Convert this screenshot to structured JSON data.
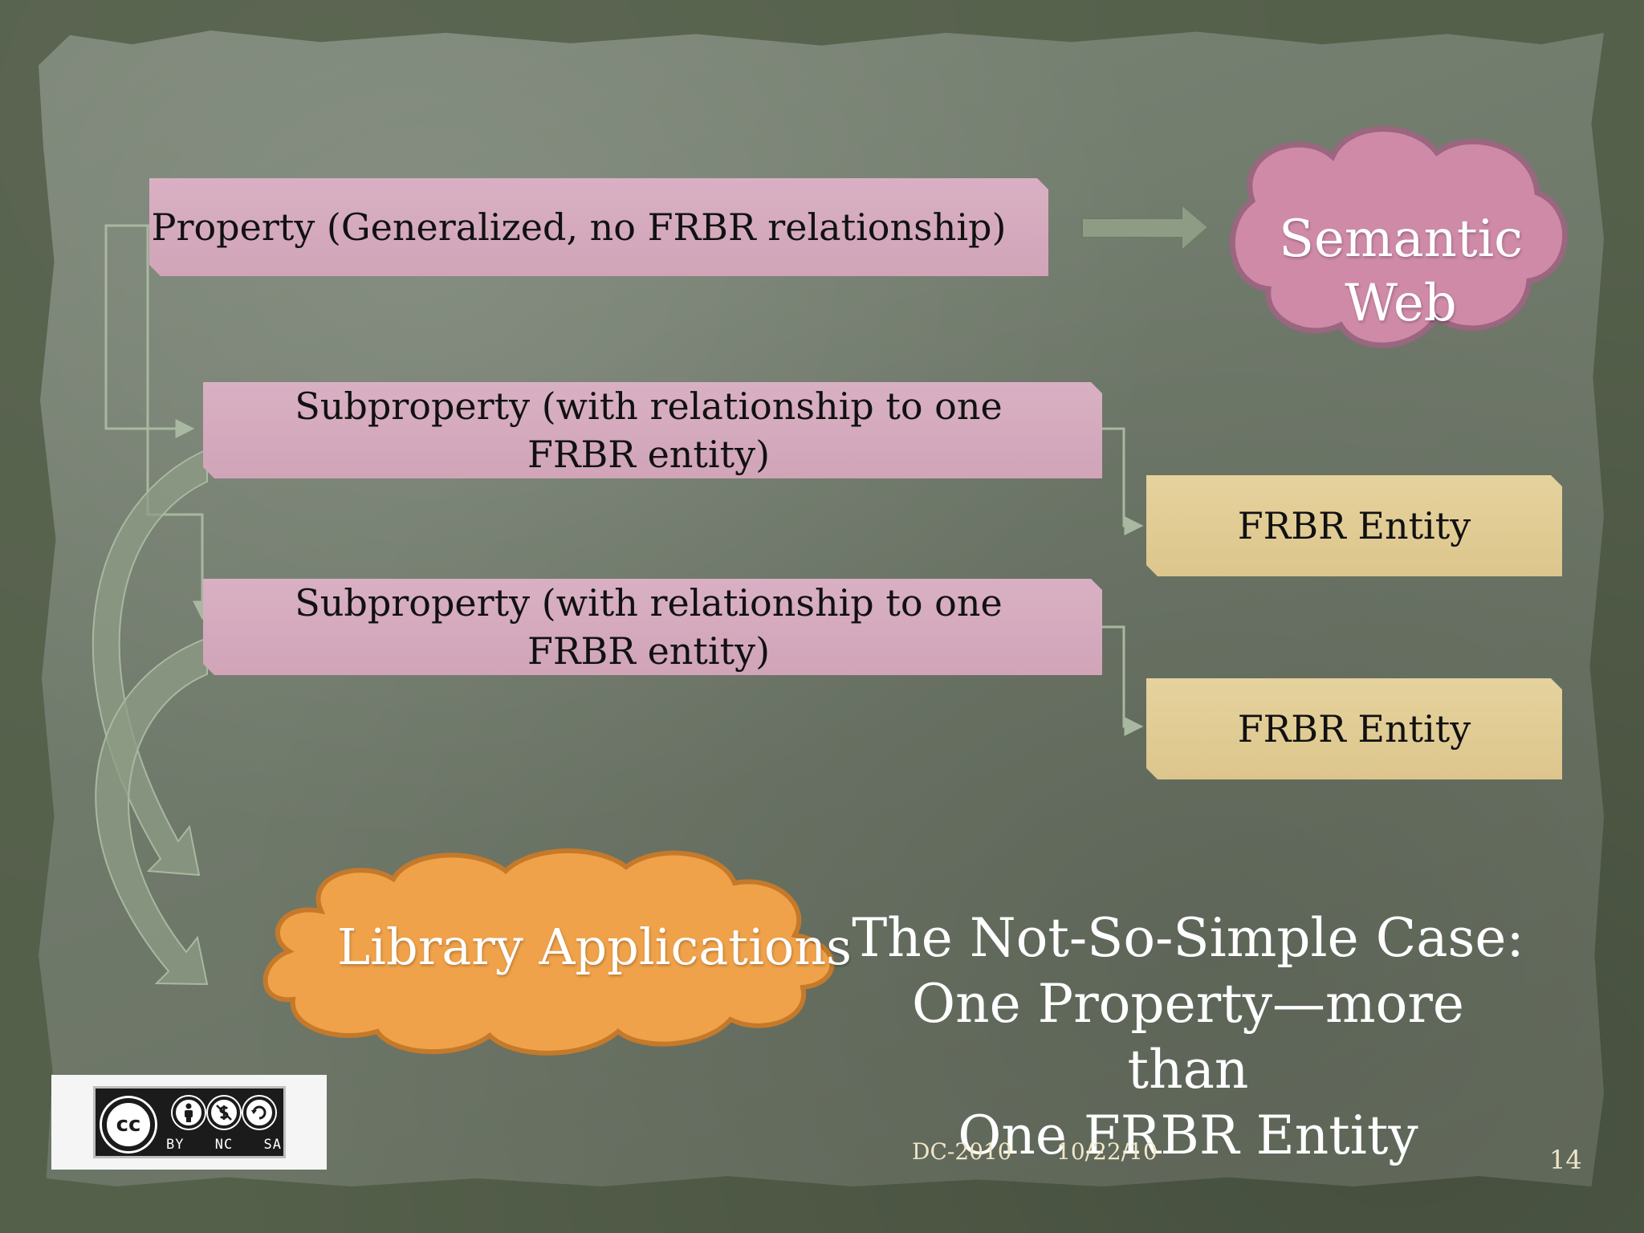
{
  "diagram": {
    "property_label": "Property (Generalized, no FRBR relationship)",
    "subproperty1_label": "Subproperty (with relationship to one FRBR entity)",
    "subproperty2_label": "Subproperty (with relationship to one FRBR entity)",
    "entity1_label": "FRBR Entity",
    "entity2_label": "FRBR Entity",
    "semantic_web_label": "Semantic Web",
    "library_apps_label": "Library Applications"
  },
  "caption": {
    "line1": "The Not-So-Simple Case:",
    "line2": "One Property—more than",
    "line3": "One FRBR Entity"
  },
  "footer": {
    "conference": "DC-2010",
    "date": "10/22/10",
    "page_number": "14"
  },
  "license": {
    "badge_text": "cc",
    "tags": [
      "BY",
      "NC",
      "SA"
    ],
    "icons": [
      "by-person-icon",
      "nc-dollar-icon",
      "sa-share-icon"
    ]
  },
  "colors": {
    "background": "#55604b",
    "paper": "#747e6f",
    "pink_box": "#d4a8bc",
    "tan_box": "#e0cb93",
    "semantic_cloud": "#cf8aa8",
    "library_cloud": "#f0a24a",
    "connector": "#a9b8a0"
  }
}
